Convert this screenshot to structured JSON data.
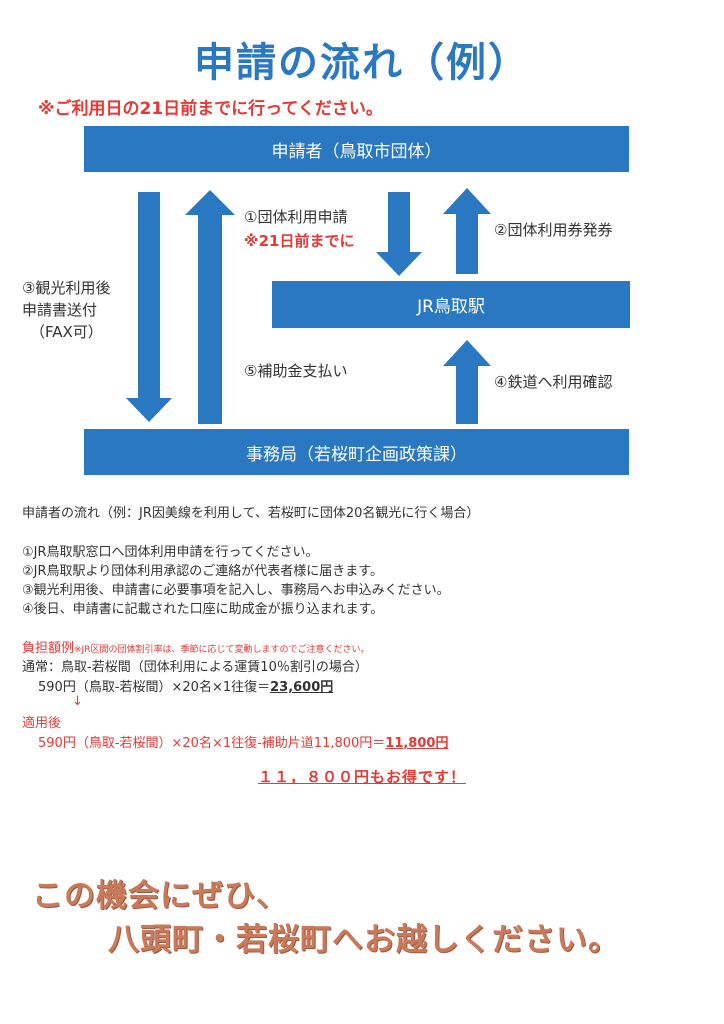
{
  "title": "申請の流れ（例）",
  "notice_top": "※ご利用日の21日前までに行ってください。",
  "flow": {
    "top_box": "申請者（鳥取市団体）",
    "middle_box": "JR鳥取駅",
    "bottom_box": "事務局（若桜町企画政策課）",
    "step1": "①団体利用申請",
    "step1_note": "※21日前までに",
    "step2": "②団体利用券発券",
    "step3_line1": "③観光利用後",
    "step3_line2": "申請書送付",
    "step3_line3": "（FAX可）",
    "step4": "④鉄道へ利用確認",
    "step5": "⑤補助金支払い"
  },
  "description": {
    "heading": "申請者の流れ（例：JR因美線を利用して、若桜町に団体20名観光に行く場合）",
    "steps": [
      "①JR鳥取駅窓口へ団体利用申請を行ってください。",
      "②JR鳥取駅より団体利用承認のご連絡が代表者様に届きます。",
      "③観光利用後、申請書に必要事項を記入し、事務局へお申込みください。",
      "④後日、申請書に記載された口座に助成金が振り込まれます。"
    ]
  },
  "example": {
    "label": "負担額例",
    "label_note": "※JR区間の団体割引率は、季節に応じて変動しますのでご注意ください。",
    "normal_line": "通常：鳥取-若桜間（団体利用による運賃10％割引の場合）",
    "normal_calc": "590円（鳥取-若桜間）×20名×1往復＝",
    "normal_total": "23,600円",
    "arrow": "↓",
    "applied_label": "適用後",
    "applied_calc": "590円（鳥取-若桜間）×20名×1往復-補助片道11,800円＝",
    "applied_total": "11,800円",
    "savings": "１１，８００円もお得です！"
  },
  "slogan": {
    "line1": "この機会にぜひ、",
    "line2": "八頭町・若桜町へお越しください。"
  },
  "colors": {
    "accent_blue": "#2a78c2",
    "warning_red": "#e53935",
    "slogan_brown": "#c97a5a"
  }
}
